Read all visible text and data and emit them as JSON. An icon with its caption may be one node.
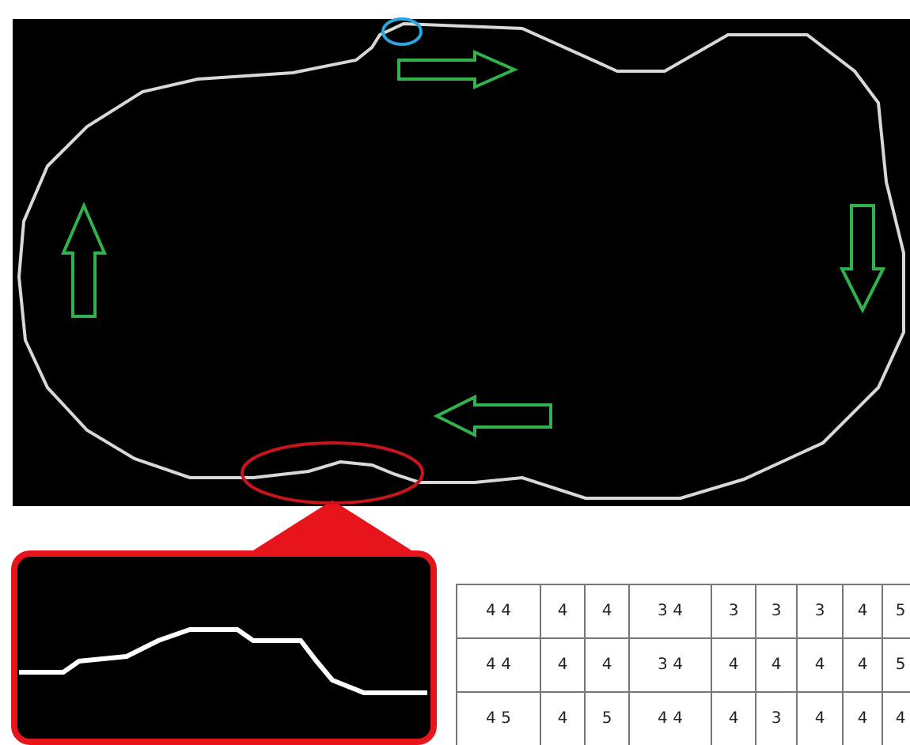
{
  "diagram": {
    "nodes": [
      {
        "text": [],
        "shape": "ellipse"
      },
      {
        "text": [],
        "shape": "box"
      }
    ],
    "edges": [
      {
        "from": 0,
        "to": 1,
        "arrow": "none",
        "color": "#e8141c"
      }
    ],
    "labels": [
      "4 4",
      "4",
      "4",
      "3 4",
      "3",
      "3",
      "3",
      "4",
      "5",
      "4 4",
      "4",
      "4",
      "3 4",
      "4",
      "4",
      "4",
      "4",
      "5",
      "4 5",
      "4",
      "5",
      "4 4",
      "4",
      "3",
      "4",
      "4",
      "4"
    ]
  }
}
